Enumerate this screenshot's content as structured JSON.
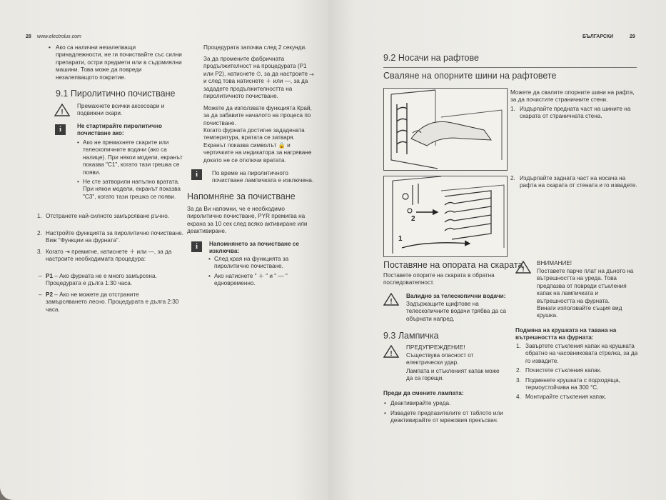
{
  "left_page": {
    "header": {
      "page_number": "28",
      "site": "www.electrolux.com"
    },
    "intro_bullet": "Ако са налични незалепващи принадлежности, не ги почиствайте със силни препарати, остри предмети или в съдомиялни машини. Това може да повреди незалепващото покритие.",
    "section_91": {
      "title": "9.1 Пиролитично почистване",
      "warning_text": "Премахнете всички аксесоари и подвижни скари.",
      "info_title": "Не стартирайте пиролитично почистване ако:",
      "info_bullets": [
        "Ако не премахнете скарите или телескопичните водачи (ако са налице). При някои модели, екранът показва \"C1\", когато тази грешка се появи.",
        "Не сте затворили напълно вратата. При някои модели, екранът показва \"C3\", когато тази грешка се появи."
      ],
      "steps": [
        {
          "num": "1.",
          "text": "Отстранете най-силното замърсяване ръчно."
        },
        {
          "num": "2.",
          "text": "Настройте функцията за пиролитично почистване. Виж \"Функции на фурната\"."
        },
        {
          "num": "3.",
          "text": "Когато ⇥ премигне, натиснете ＋ или —, за да настроите необходимата процедура:"
        }
      ],
      "sub_steps": [
        {
          "label": "P1",
          "text": " – Ако фурната не е много замърсена. Процедурата е дълга 1:30 часа."
        },
        {
          "label": "P2",
          "text": " – Ако не можете да отстраните замърсяването лесно. Процедурата е дълга 2:30 часа."
        }
      ]
    },
    "col2": {
      "para1": "Процедурата започва след 2 секунди.",
      "para2": "За да промените фабричната продължителност на процедурата (P1 или P2), натиснете ⏲, за да настроите ⇥ и след това натиснете ＋ или —, за да зададете продължителността на пиролитичното почистване.",
      "para3": "Можете да използвате функцията Край, за да забавите началото на процеса по почистване.",
      "para4": "Когато фурната достигне зададената температура, вратата се затваря. Екранът показва символът 🔒 и чертичките на индикатора за нагряване докато не се отключи вратата.",
      "info_text": "По време на пиролитичното почистване лампичката е изключена.",
      "reminder_title": "Напомняне за почистване",
      "reminder_text": "За да Ви напомни, че е необходимо пиролитично почистване, PYR премигва на екрана за 10 сек след всяко активиране или деактивиране.",
      "info2_title": "Напомнянето за почистване се изключва:",
      "info2_bullets": [
        "След края на функцията за пиролитично почистване.",
        "Ако натиснете \" ＋ \" и \" — \" едновременно."
      ]
    }
  },
  "right_page": {
    "header": {
      "language": "БЪЛГАРСКИ",
      "page_number": "29"
    },
    "section_92": {
      "title": "9.2 Носачи на рафтове",
      "subtitle": "Сваляне на опорните шини на рафтовете",
      "intro": "Можете да свалите опорните шини на рафта, за да почистите страничните стени.",
      "step1": {
        "num": "1.",
        "text": "Издърпайте предната част на шините на скарата от страничната стена."
      },
      "step2": {
        "num": "2.",
        "text": "Издърпайте задната част на носача на рафта на скарата от стената и го извадете."
      },
      "fig_labels": [
        "2",
        "1"
      ]
    },
    "placing": {
      "title": "Поставяне на опората на скарата",
      "text": "Поставете опорите на скарата в обратна последователност.",
      "warn_title": "Валидно за телескопични водачи:",
      "warn_text": "Задържащите щифтове на телескопичните водачи трябва да са обърнати напред."
    },
    "attention": {
      "title": "ВНИМАНИЕ!",
      "text": "Поставете парче плат на дъното на вътрешността на уреда. Това предпазва от повреди стъкления капак на лампичката и вътрешността на фурната.",
      "text2": "Винаги използвайте същия вид крушка."
    },
    "section_93": {
      "title": "9.3 Лампичка",
      "warn_title": "ПРЕДУПРЕЖДЕНИЕ!",
      "warn_text": "Съществува опасност от електрически удар.",
      "warn_text2": "Лампата и стъкленият капак може да са горещи.",
      "before_title": "Преди да смените лампата:",
      "before_bullets": [
        "Деактивирайте уреда.",
        "Извадете предпазителите от таблото или деактивирайте от мрежовия прекъсвач."
      ]
    },
    "bulb": {
      "title": "Подмяна на крушката на тавана на вътрешността на фурната:",
      "steps": [
        {
          "num": "1.",
          "text": "Завъртете стъкления капак на крушката обратно на часовниковата стрелка, за да го извадите."
        },
        {
          "num": "2.",
          "text": "Почистете стъкления капак."
        },
        {
          "num": "3.",
          "text": "Подменете крушката с подходяща, термоустойчива на 300 °C."
        },
        {
          "num": "4.",
          "text": "Монтирайте стъкления капак."
        }
      ]
    }
  }
}
